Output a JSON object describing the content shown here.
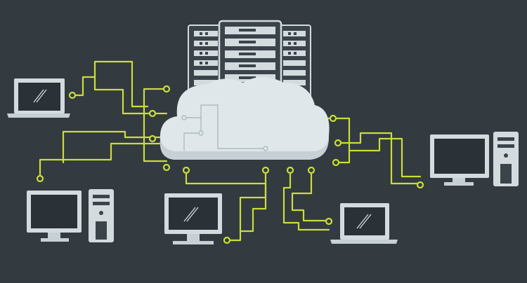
{
  "scene": {
    "background": "#333a40",
    "accent_line": "#c9de3a",
    "device_fill": "#d3dbdf",
    "device_outline": "#8c979d",
    "screen_fill": "#2a3237",
    "server_slot": "#3b444a",
    "cloud_fill": "#dfe7ea",
    "cloud_shade": "#c7d1d5"
  },
  "devices": {
    "laptops": [
      "laptop-left",
      "laptop-bottom-right"
    ],
    "monitors": [
      "monitor-center-bottom"
    ],
    "desktops": [
      "desktop-left",
      "desktop-right"
    ],
    "server": "server-rack",
    "cloud": "cloud"
  },
  "icons": [
    "laptop-icon",
    "monitor-icon",
    "desktop-tower-icon",
    "server-rack-icon",
    "cloud-icon",
    "circuit-node-icon"
  ]
}
